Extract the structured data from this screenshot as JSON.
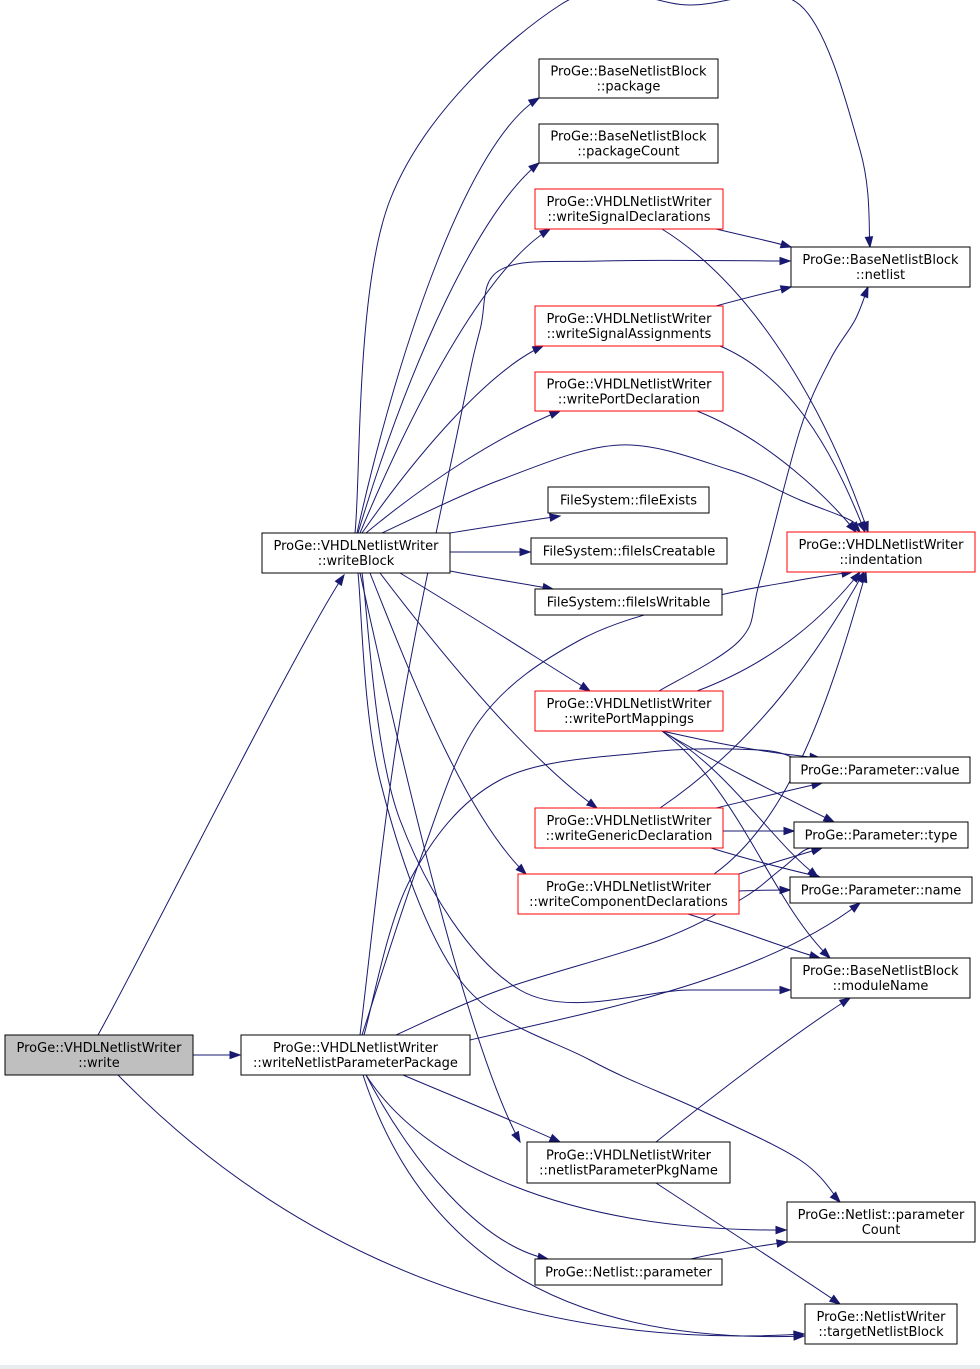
{
  "colors": {
    "edge": "#191970",
    "node_border_default": "#000000",
    "node_border_truncated": "#ff0000",
    "node_fill_default": "#ffffff",
    "node_fill_root": "#bfbfbf"
  },
  "nodes": [
    {
      "id": "write",
      "lines": [
        "ProGe::VHDLNetlistWriter",
        "::write"
      ],
      "style": "root"
    },
    {
      "id": "writeBlock",
      "lines": [
        "ProGe::VHDLNetlistWriter",
        "::writeBlock"
      ],
      "style": "normal"
    },
    {
      "id": "writeNetlistParameterPackage",
      "lines": [
        "ProGe::VHDLNetlistWriter",
        "::writeNetlistParameterPackage"
      ],
      "style": "normal"
    },
    {
      "id": "package",
      "lines": [
        "ProGe::BaseNetlistBlock",
        "::package"
      ],
      "style": "normal"
    },
    {
      "id": "packageCount",
      "lines": [
        "ProGe::BaseNetlistBlock",
        "::packageCount"
      ],
      "style": "normal"
    },
    {
      "id": "writeSignalDeclarations",
      "lines": [
        "ProGe::VHDLNetlistWriter",
        "::writeSignalDeclarations"
      ],
      "style": "truncated"
    },
    {
      "id": "writeSignalAssignments",
      "lines": [
        "ProGe::VHDLNetlistWriter",
        "::writeSignalAssignments"
      ],
      "style": "truncated"
    },
    {
      "id": "writePortDeclaration",
      "lines": [
        "ProGe::VHDLNetlistWriter",
        "::writePortDeclaration"
      ],
      "style": "truncated"
    },
    {
      "id": "fileExists",
      "lines": [
        "FileSystem::fileExists"
      ],
      "style": "normal"
    },
    {
      "id": "fileIsCreatable",
      "lines": [
        "FileSystem::fileIsCreatable"
      ],
      "style": "normal"
    },
    {
      "id": "fileIsWritable",
      "lines": [
        "FileSystem::fileIsWritable"
      ],
      "style": "normal"
    },
    {
      "id": "writePortMappings",
      "lines": [
        "ProGe::VHDLNetlistWriter",
        "::writePortMappings"
      ],
      "style": "truncated"
    },
    {
      "id": "writeGenericDeclaration",
      "lines": [
        "ProGe::VHDLNetlistWriter",
        "::writeGenericDeclaration"
      ],
      "style": "truncated"
    },
    {
      "id": "writeComponentDeclarations",
      "lines": [
        "ProGe::VHDLNetlistWriter",
        "::writeComponentDeclarations"
      ],
      "style": "truncated"
    },
    {
      "id": "netlistParameterPkgName",
      "lines": [
        "ProGe::VHDLNetlistWriter",
        "::netlistParameterPkgName"
      ],
      "style": "normal"
    },
    {
      "id": "parameter",
      "lines": [
        "ProGe::Netlist::parameter"
      ],
      "style": "normal"
    },
    {
      "id": "netlist",
      "lines": [
        "ProGe::BaseNetlistBlock",
        "::netlist"
      ],
      "style": "normal"
    },
    {
      "id": "indentation",
      "lines": [
        "ProGe::VHDLNetlistWriter",
        "::indentation"
      ],
      "style": "truncated"
    },
    {
      "id": "value",
      "lines": [
        "ProGe::Parameter::value"
      ],
      "style": "normal"
    },
    {
      "id": "type",
      "lines": [
        "ProGe::Parameter::type"
      ],
      "style": "normal"
    },
    {
      "id": "name",
      "lines": [
        "ProGe::Parameter::name"
      ],
      "style": "normal"
    },
    {
      "id": "moduleName",
      "lines": [
        "ProGe::BaseNetlistBlock",
        "::moduleName"
      ],
      "style": "normal"
    },
    {
      "id": "parameterCount",
      "lines": [
        "ProGe::Netlist::parameter",
        "Count"
      ],
      "style": "normal"
    },
    {
      "id": "targetNetlistBlock",
      "lines": [
        "ProGe::NetlistWriter",
        "::targetNetlistBlock"
      ],
      "style": "normal"
    }
  ],
  "edges": [
    {
      "from": "write",
      "to": "writeBlock"
    },
    {
      "from": "write",
      "to": "writeNetlistParameterPackage"
    },
    {
      "from": "write",
      "to": "targetNetlistBlock"
    },
    {
      "from": "writeBlock",
      "to": "package"
    },
    {
      "from": "writeBlock",
      "to": "packageCount"
    },
    {
      "from": "writeBlock",
      "to": "writeSignalDeclarations"
    },
    {
      "from": "writeBlock",
      "to": "netlist"
    },
    {
      "from": "writeBlock",
      "to": "writeSignalAssignments"
    },
    {
      "from": "writeBlock",
      "to": "writePortDeclaration"
    },
    {
      "from": "writeBlock",
      "to": "indentation"
    },
    {
      "from": "writeBlock",
      "to": "fileExists"
    },
    {
      "from": "writeBlock",
      "to": "fileIsCreatable"
    },
    {
      "from": "writeBlock",
      "to": "fileIsWritable"
    },
    {
      "from": "writeBlock",
      "to": "writePortMappings"
    },
    {
      "from": "writeBlock",
      "to": "writeGenericDeclaration"
    },
    {
      "from": "writeBlock",
      "to": "writeComponentDeclarations"
    },
    {
      "from": "writeBlock",
      "to": "moduleName"
    },
    {
      "from": "writeBlock",
      "to": "netlistParameterPkgName"
    },
    {
      "from": "writeBlock",
      "to": "parameterCount"
    },
    {
      "from": "writeNetlistParameterPackage",
      "to": "netlist"
    },
    {
      "from": "writeNetlistParameterPackage",
      "to": "indentation"
    },
    {
      "from": "writeNetlistParameterPackage",
      "to": "value"
    },
    {
      "from": "writeNetlistParameterPackage",
      "to": "type"
    },
    {
      "from": "writeNetlistParameterPackage",
      "to": "name"
    },
    {
      "from": "writeNetlistParameterPackage",
      "to": "netlistParameterPkgName"
    },
    {
      "from": "writeNetlistParameterPackage",
      "to": "parameterCount"
    },
    {
      "from": "writeNetlistParameterPackage",
      "to": "parameter"
    },
    {
      "from": "writeNetlistParameterPackage",
      "to": "targetNetlistBlock"
    },
    {
      "from": "writeSignalDeclarations",
      "to": "netlist"
    },
    {
      "from": "writeSignalDeclarations",
      "to": "indentation"
    },
    {
      "from": "writeSignalAssignments",
      "to": "netlist"
    },
    {
      "from": "writeSignalAssignments",
      "to": "indentation"
    },
    {
      "from": "writePortDeclaration",
      "to": "indentation"
    },
    {
      "from": "writePortMappings",
      "to": "netlist"
    },
    {
      "from": "writePortMappings",
      "to": "indentation"
    },
    {
      "from": "writePortMappings",
      "to": "value"
    },
    {
      "from": "writePortMappings",
      "to": "type"
    },
    {
      "from": "writePortMappings",
      "to": "name"
    },
    {
      "from": "writePortMappings",
      "to": "moduleName"
    },
    {
      "from": "writeGenericDeclaration",
      "to": "indentation"
    },
    {
      "from": "writeGenericDeclaration",
      "to": "value"
    },
    {
      "from": "writeGenericDeclaration",
      "to": "type"
    },
    {
      "from": "writeGenericDeclaration",
      "to": "name"
    },
    {
      "from": "writeComponentDeclarations",
      "to": "indentation"
    },
    {
      "from": "writeComponentDeclarations",
      "to": "type"
    },
    {
      "from": "writeComponentDeclarations",
      "to": "name"
    },
    {
      "from": "writeComponentDeclarations",
      "to": "moduleName"
    },
    {
      "from": "netlistParameterPkgName",
      "to": "moduleName"
    },
    {
      "from": "netlistParameterPkgName",
      "to": "targetNetlistBlock"
    },
    {
      "from": "parameter",
      "to": "parameterCount"
    }
  ]
}
